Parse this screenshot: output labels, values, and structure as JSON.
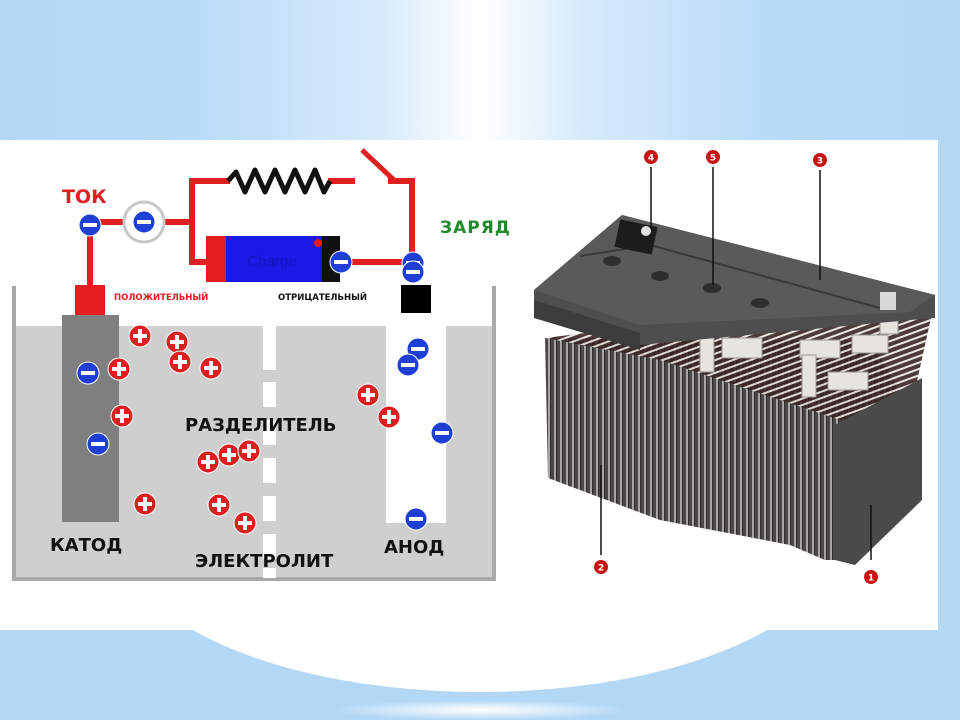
{
  "slide": {
    "colors": {
      "background_blue": "#b3d8f6",
      "wire_red": "#e02020",
      "ion_red": "#dd1f1f",
      "electron_blue": "#1d3fd6",
      "charge_green": "#1f8a2a",
      "electrolyte_gray": "#cfcfcf",
      "cathode_gray": "#7f7f7f"
    }
  },
  "circuit_diagram": {
    "label_current": "ТОК",
    "label_charge": "ЗАРЯД",
    "label_positive": "ПОЛОЖИТЕЛЬНЫЙ",
    "label_negative": "ОТРИЦАТЕЛЬНЫЙ",
    "battery_label": "Charge",
    "label_cathode": "КАТОД",
    "label_anode": "АНОД",
    "label_separator": "РАЗДЕЛИТЕЛЬ",
    "label_electrolyte": "ЭЛЕКТРОЛИТ",
    "ion_symbol_plus": "+",
    "electron_symbol_minus": "−"
  },
  "battery_cutaway": {
    "callouts": [
      "1",
      "2",
      "3",
      "4",
      "5"
    ]
  }
}
